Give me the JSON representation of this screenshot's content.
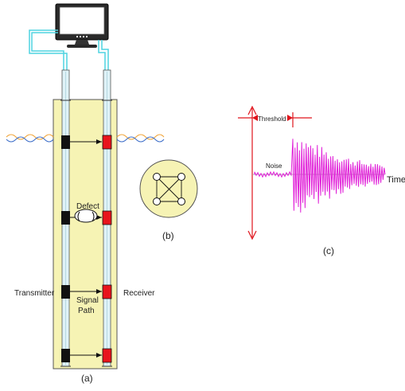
{
  "labels": {
    "defect": "Defect",
    "signal_path_line1": "Signal",
    "signal_path_line2": "Path",
    "transmitter": "Transmitter",
    "receiver": "Receiver",
    "panel_a": "(a)",
    "panel_b": "(b)",
    "panel_c": "(c)",
    "threshold": "Threshold",
    "noise": "Noise",
    "time": "Time"
  },
  "colors": {
    "concrete_fill": "#f6f3b4",
    "tube_fill": "#dff2f7",
    "cable": "#4fd3e0",
    "receiver_block": "#e8141c",
    "transmitter_block": "#111111",
    "signal_wave": "#e020d8",
    "threshold_arrow": "#e0141c",
    "ground_orange": "#f0a030",
    "ground_blue": "#3a6cc8"
  },
  "icons": {
    "monitor": "computer-monitor-icon"
  }
}
